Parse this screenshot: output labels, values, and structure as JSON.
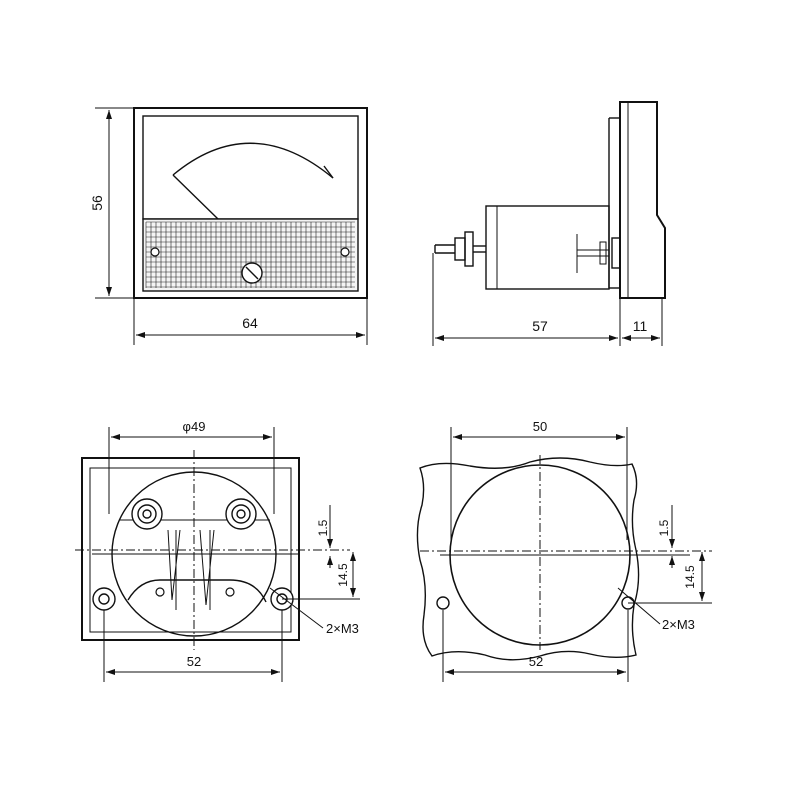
{
  "dimensions": {
    "front_height": "56",
    "front_width": "64",
    "side_depth": "57",
    "side_flange": "11",
    "rear_diameter": "φ49",
    "rear_mount_spacing": "52",
    "rear_offset_top": "1.5",
    "rear_offset_bottom": "14.5",
    "rear_screws": "2×M3",
    "cutout_diameter": "50",
    "cutout_mount_spacing": "52",
    "cutout_offset_top": "1.5",
    "cutout_offset_bottom": "14.5",
    "cutout_screws": "2×M3"
  }
}
